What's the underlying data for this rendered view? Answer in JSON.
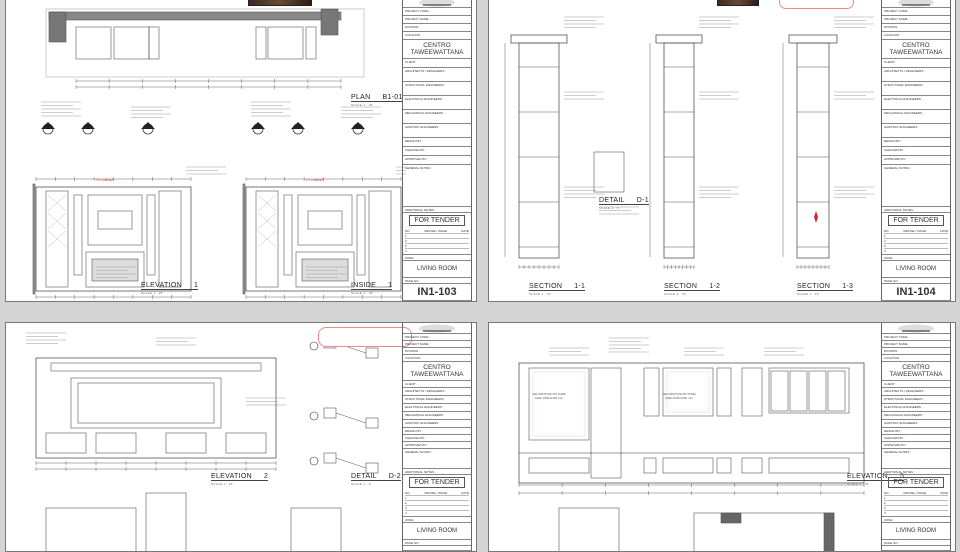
{
  "title_block": {
    "fields": [
      "PROJECT CODE :",
      "PROJECT NAME :",
      "DIVISION :",
      "LOCATION :"
    ],
    "project": "CENTRO TAWEEWATTANA",
    "fields2": [
      "CLIENT :",
      "ARCHITECTS / DESIGNERS :",
      "STRUCTURAL ENGINEERS :",
      "ELECTRICAL ENGINEERS :",
      "MECHANICAL ENGINEERS :",
      "SANITARY ENGINEERS :",
      "DESIGN BY :",
      "CHECKED BY :",
      "APPROVED BY :",
      "GENERAL NOTES :"
    ],
    "additional_notes": "ADDITIONAL NOTES :",
    "status": "FOR TENDER",
    "rev_headers": [
      "NO.",
      "REVISE / ISSUE",
      "DATE"
    ],
    "rev_rows": [
      "1",
      "2",
      "3",
      "4"
    ],
    "zone_label": "ZONE :",
    "zone": "LIVING ROOM",
    "page_label": "PAGE NO :"
  },
  "sheets": [
    {
      "page": "IN1-103",
      "views": [
        {
          "title": "PLAN",
          "num": "B1-01",
          "scale": "SCALE 1 : 25"
        },
        {
          "title": "ELEVATION",
          "num": "1",
          "scale": "SCALE 1 : 25"
        },
        {
          "title": "INSIDE",
          "num": "1",
          "scale": "SCALE 1 : 25"
        }
      ],
      "tags": [
        "TV CABINET",
        "TV CABINET"
      ]
    },
    {
      "page": "IN1-104",
      "views": [
        {
          "title": "SECTION",
          "num": "1-1",
          "scale": "SCALE 1 : 15"
        },
        {
          "title": "DETAIL",
          "num": "D-1",
          "scale": "SCALE 1 : 5"
        },
        {
          "title": "SECTION",
          "num": "1-2",
          "scale": "SCALE 1 : 15"
        },
        {
          "title": "SECTION",
          "num": "1-3",
          "scale": "SCALE 1 : 15"
        }
      ]
    },
    {
      "page": "",
      "views": [
        {
          "title": "ELEVATION",
          "num": "2",
          "scale": "SCALE 1 : 25"
        },
        {
          "title": "DETAIL",
          "num": "D-2",
          "scale": "SCALE 1 : 5"
        }
      ]
    },
    {
      "page": "",
      "views": [
        {
          "title": "ELEVATION",
          "num": "5",
          "scale": "SCALE 1 : 25"
        }
      ],
      "tags": [
        "DECORATIVE PICTURE SIZE 1000x1400 mm",
        "DECORATIVE PICTURE SIZE 1100x1400 mm"
      ]
    }
  ],
  "colors": {
    "background": "#d4d4d4",
    "sheet": "#ffffff",
    "line": "#555555",
    "markup": "#dd2222"
  }
}
